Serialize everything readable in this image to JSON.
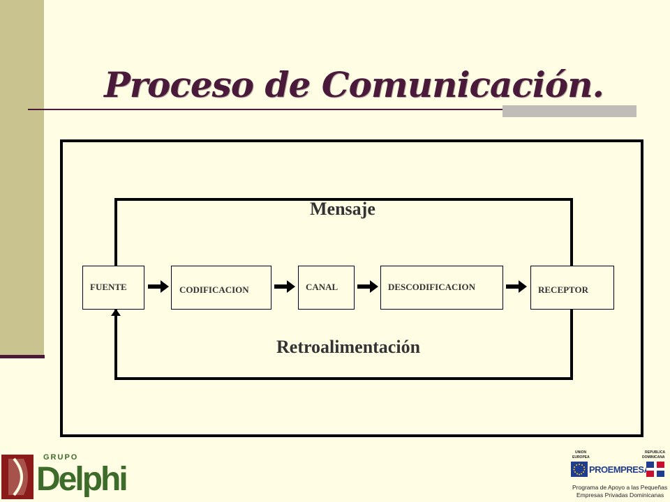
{
  "slide": {
    "title": "Proceso de Comunicación."
  },
  "diagram": {
    "top_label": "Mensaje",
    "bottom_label": "Retroalimentación",
    "nodes": [
      {
        "id": "fuente",
        "label": "FUENTE"
      },
      {
        "id": "codificacion",
        "label": "CODIFICACION"
      },
      {
        "id": "canal",
        "label": "CANAL"
      },
      {
        "id": "descodificacion",
        "label": "DESCODIFICACION"
      },
      {
        "id": "receptor",
        "label": "RECEPTOR"
      }
    ],
    "edges": [
      {
        "from": "fuente",
        "to": "codificacion"
      },
      {
        "from": "codificacion",
        "to": "canal"
      },
      {
        "from": "canal",
        "to": "descodificacion"
      },
      {
        "from": "descodificacion",
        "to": "receptor"
      },
      {
        "from": "receptor",
        "to": "fuente",
        "via": "Retroalimentación"
      }
    ]
  },
  "logos": {
    "left": {
      "small_text": "GRUPO",
      "big_text": "Delphi",
      "color": "#3d6b2a",
      "accent": "#8b1a1a"
    },
    "right": {
      "eu_label_1": "UNION",
      "eu_label_2": "EUROPEA",
      "rd_label_1": "REPUBLICA",
      "rd_label_2": "DOMINICANA",
      "name": "PROEMPRESA",
      "line1": "Programa de Apoyo a las Pequeñas",
      "line2": "Empresas Privadas Dominicanas",
      "eu_blue": "#1f3c8f",
      "star_yellow": "#f2d019"
    }
  },
  "colors": {
    "background": "#fffde4",
    "sidebar": "#c9c48f",
    "accent_purple": "#4a1a3a",
    "accent_gray": "#c0bcb8"
  }
}
